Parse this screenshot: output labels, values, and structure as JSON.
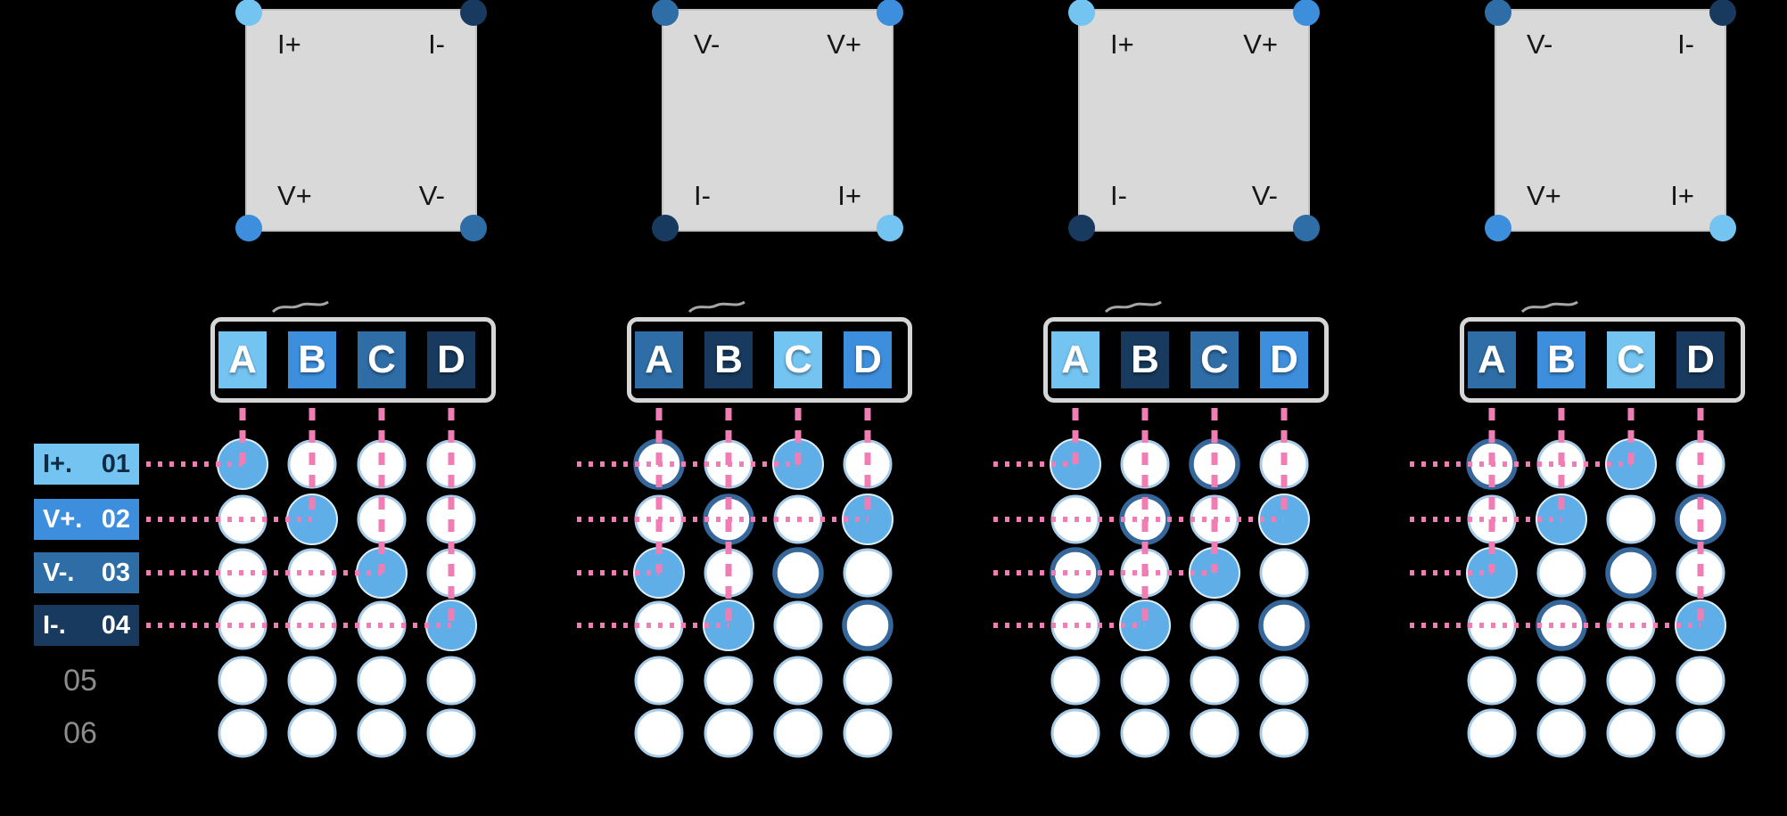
{
  "figure": {
    "column_letters": [
      "A",
      "B",
      "C",
      "D"
    ],
    "row_count": 6,
    "panel_count": 4
  },
  "colors": {
    "background": "#000000",
    "square_fill": "#D9D9D9",
    "square_border": "#C2C2C2",
    "terminal_colors": {
      "I+": "#74C4F2",
      "V+": "#3D8EDC",
      "V-": "#2E6DA6",
      "I-": "#173A5E"
    },
    "pink_wire": "#F07EB4",
    "hole_fill": "#FFFFFF",
    "hole_stroke": "#A9CCE9",
    "connection_fill": "#5FAEE8",
    "connection_rim": "#DDEEFB",
    "ring_stroke": "#35679A",
    "header_border": "#D6D6D6",
    "row_label_text_dark": "#102A43",
    "row_label_text_light": "#FFFFFF",
    "gray_number": "#8C8C8C"
  },
  "row_labels": [
    {
      "terminal": "I+.",
      "number": "01",
      "terminal_key": "I+"
    },
    {
      "terminal": "V+.",
      "number": "02",
      "terminal_key": "V+"
    },
    {
      "terminal": "V-.",
      "number": "03",
      "terminal_key": "V-"
    },
    {
      "terminal": "I-.",
      "number": "04",
      "terminal_key": "I-"
    },
    {
      "terminal": "",
      "number": "05",
      "terminal_key": null
    },
    {
      "terminal": "",
      "number": "06",
      "terminal_key": null
    }
  ],
  "panels": [
    {
      "id": 1,
      "square_corners": {
        "top_left": "I+",
        "top_right": "I-",
        "bottom_left": "V+",
        "bottom_right": "V-"
      },
      "header": [
        {
          "letter": "A",
          "terminal": "I+"
        },
        {
          "letter": "B",
          "terminal": "V+"
        },
        {
          "letter": "C",
          "terminal": "V-"
        },
        {
          "letter": "D",
          "terminal": "I-"
        }
      ],
      "connections": [
        {
          "column": "A",
          "row": 1
        },
        {
          "column": "B",
          "row": 2
        },
        {
          "column": "C",
          "row": 3
        },
        {
          "column": "D",
          "row": 4
        }
      ],
      "rings": []
    },
    {
      "id": 2,
      "square_corners": {
        "top_left": "V-",
        "top_right": "V+",
        "bottom_left": "I-",
        "bottom_right": "I+"
      },
      "header": [
        {
          "letter": "A",
          "terminal": "V-"
        },
        {
          "letter": "B",
          "terminal": "I-"
        },
        {
          "letter": "C",
          "terminal": "I+"
        },
        {
          "letter": "D",
          "terminal": "V+"
        }
      ],
      "connections": [
        {
          "column": "A",
          "row": 3
        },
        {
          "column": "B",
          "row": 4
        },
        {
          "column": "C",
          "row": 1
        },
        {
          "column": "D",
          "row": 2
        }
      ],
      "rings": [
        {
          "row": 1,
          "col": "A"
        },
        {
          "row": 2,
          "col": "B"
        },
        {
          "row": 3,
          "col": "C"
        },
        {
          "row": 4,
          "col": "D"
        }
      ]
    },
    {
      "id": 3,
      "square_corners": {
        "top_left": "I+",
        "top_right": "V+",
        "bottom_left": "I-",
        "bottom_right": "V-"
      },
      "header": [
        {
          "letter": "A",
          "terminal": "I+"
        },
        {
          "letter": "B",
          "terminal": "I-"
        },
        {
          "letter": "C",
          "terminal": "V-"
        },
        {
          "letter": "D",
          "terminal": "V+"
        }
      ],
      "connections": [
        {
          "column": "A",
          "row": 1
        },
        {
          "column": "B",
          "row": 4
        },
        {
          "column": "C",
          "row": 3
        },
        {
          "column": "D",
          "row": 2
        }
      ],
      "rings": [
        {
          "row": 1,
          "col": "C"
        },
        {
          "row": 2,
          "col": "B"
        },
        {
          "row": 3,
          "col": "A"
        },
        {
          "row": 4,
          "col": "D"
        }
      ]
    },
    {
      "id": 4,
      "square_corners": {
        "top_left": "V-",
        "top_right": "I-",
        "bottom_left": "V+",
        "bottom_right": "I+"
      },
      "header": [
        {
          "letter": "A",
          "terminal": "V-"
        },
        {
          "letter": "B",
          "terminal": "V+"
        },
        {
          "letter": "C",
          "terminal": "I+"
        },
        {
          "letter": "D",
          "terminal": "I-"
        }
      ],
      "connections": [
        {
          "column": "A",
          "row": 3
        },
        {
          "column": "B",
          "row": 2
        },
        {
          "column": "C",
          "row": 1
        },
        {
          "column": "D",
          "row": 4
        }
      ],
      "rings": [
        {
          "row": 1,
          "col": "A"
        },
        {
          "row": 2,
          "col": "D"
        },
        {
          "row": 3,
          "col": "C"
        },
        {
          "row": 4,
          "col": "B"
        }
      ]
    }
  ]
}
